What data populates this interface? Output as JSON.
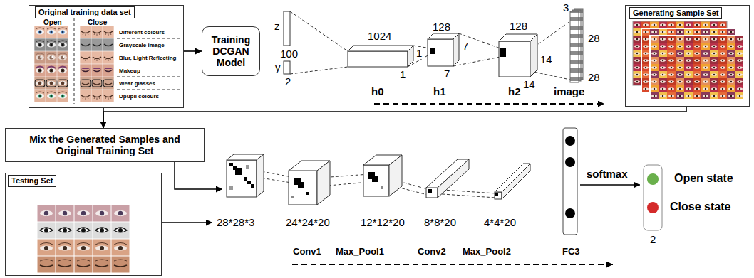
{
  "diagram": {
    "nodes": [
      {
        "text": [
          "Original training data set",
          "Open",
          "Close",
          "Different colours",
          "Grayscale image",
          "Blur, Light Reflecting",
          "Makeup",
          "Wear glasses",
          "Dpupil colours"
        ]
      },
      {
        "text": [
          "Training DCGAN Model"
        ]
      },
      {
        "text": [
          "Generating Sample Set"
        ]
      },
      {
        "text": [
          "Mix the Generated Samples and Original Training Set"
        ]
      },
      {
        "text": [
          "Testing Set"
        ]
      }
    ],
    "edges": [
      {
        "from": 0,
        "to": 1,
        "arrow": "to"
      },
      {
        "from": 0,
        "to": 3,
        "arrow": "to"
      },
      {
        "from": 2,
        "to": 3,
        "arrow": "to"
      }
    ],
    "labels": [
      "z",
      "100",
      "y",
      "2",
      "1024",
      "1",
      "1",
      "128",
      "7",
      "7",
      "128",
      "14",
      "14",
      "3",
      "28",
      "28",
      "h0",
      "h1",
      "h2",
      "image",
      "28*28*3",
      "24*24*20",
      "12*12*20",
      "8*8*20",
      "4*4*20",
      "Conv1",
      "Max_Pool1",
      "Conv2",
      "Max_Pool2",
      "FC3",
      "softmax",
      "2"
    ],
    "legend": [
      {
        "text": "Open state",
        "color": "#6ab04c"
      },
      {
        "text": "Close state",
        "color": "#d42a2a"
      }
    ]
  }
}
